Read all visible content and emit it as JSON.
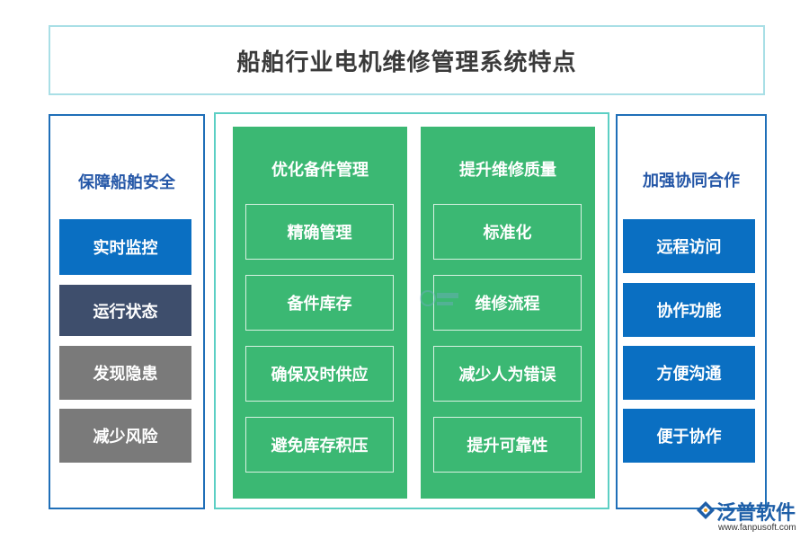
{
  "title": "船舶行业电机维修管理系统特点",
  "left": {
    "heading": "保障船舶安全",
    "items": [
      {
        "label": "实时监控",
        "color": "#0a6fc2"
      },
      {
        "label": "运行状态",
        "color": "#3e4e6c"
      },
      {
        "label": "发现隐患",
        "color": "#7a7a7a"
      },
      {
        "label": "减少风险",
        "color": "#7a7a7a"
      }
    ]
  },
  "center": {
    "columns": [
      {
        "heading": "优化备件管理",
        "items": [
          "精确管理",
          "备件库存",
          "确保及时供应",
          "避免库存积压"
        ]
      },
      {
        "heading": "提升维修质量",
        "items": [
          "标准化",
          "维修流程",
          "减少人为错误",
          "提升可靠性"
        ]
      }
    ],
    "color": "#3bb873"
  },
  "right": {
    "heading": "加强协同合作",
    "items": [
      {
        "label": "远程访问",
        "color": "#0a6fc2"
      },
      {
        "label": "协作功能",
        "color": "#0a6fc2"
      },
      {
        "label": "方便沟通",
        "color": "#0a6fc2"
      },
      {
        "label": "便于协作",
        "color": "#0a6fc2"
      }
    ]
  },
  "logo": {
    "name": "泛普软件",
    "url": "www.fanpusoft.com"
  }
}
